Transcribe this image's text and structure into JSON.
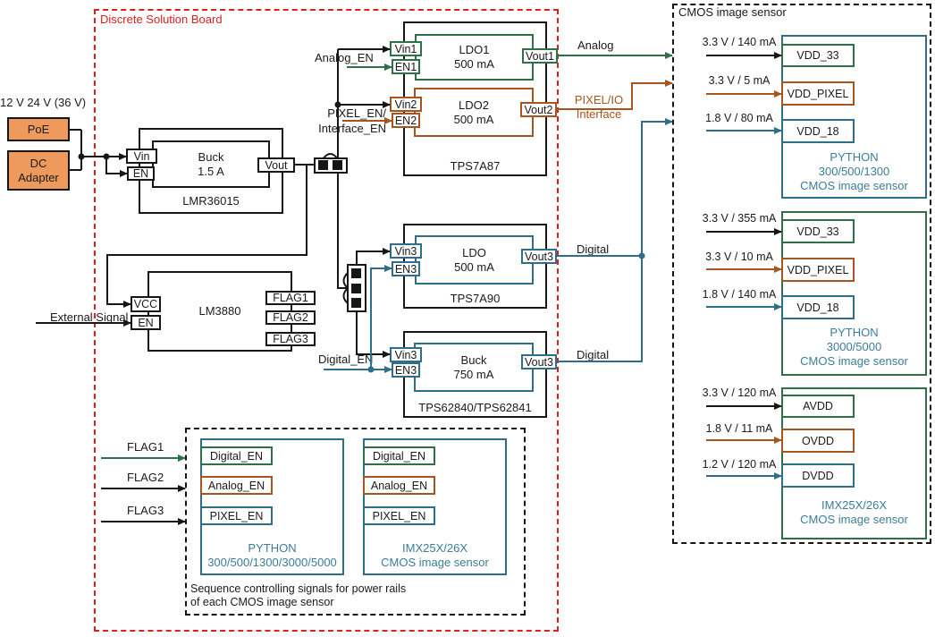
{
  "colors": {
    "green": "#2E7048",
    "brown": "#A65420",
    "teal": "#2F6E8A",
    "teal_text": "#3C7C99",
    "red": "#DD2020",
    "orange_fill": "#EE9A5C",
    "black": "#161616"
  },
  "power_input": {
    "voltage_label": "12 V 24 V (36 V)",
    "poe": "PoE",
    "dc_adapter": [
      "DC",
      "Adapter"
    ]
  },
  "board": {
    "title": "Discrete Solution Board",
    "external_signal": "External Signal",
    "buck": {
      "line1": "Buck",
      "line2": "1.5 A",
      "part": "LMR36015",
      "vin": "Vin",
      "en": "EN",
      "vout": "Vout"
    },
    "lm3880": {
      "part": "LM3880",
      "vcc": "VCC",
      "en": "EN",
      "flag1": "FLAG1",
      "flag2": "FLAG2",
      "flag3": "FLAG3"
    },
    "tps7a87": {
      "part": "TPS7A87",
      "ldo1": [
        "LDO1",
        "500 mA"
      ],
      "ldo2": [
        "LDO2",
        "500 mA"
      ],
      "vin1": "Vin1",
      "en1": "EN1",
      "vin2": "Vin2",
      "en2": "EN2",
      "vout1": "Vout1",
      "vout2": "Vout2",
      "analog_en": "Analog_EN",
      "pixel_en": [
        "PIXEL_EN/",
        "Interface_EN"
      ]
    },
    "tps7a90": {
      "part": "TPS7A90",
      "ldo": [
        "LDO",
        "500 mA"
      ],
      "vin3": "Vin3",
      "en3": "EN3",
      "vout3": "Vout3"
    },
    "tps6284x": {
      "part": "TPS62840/TPS62841",
      "buck": [
        "Buck",
        "750 mA"
      ],
      "vin3": "Vin3",
      "en3": "EN3",
      "vout3": "Vout3",
      "digital_en": "Digital_EN"
    }
  },
  "outputs": {
    "analog": "Analog",
    "pixel_io": [
      "PIXEL/IO",
      "Interface"
    ],
    "digital_top": "Digital",
    "digital_bottom": "Digital"
  },
  "sensor_panel": {
    "title": "CMOS image sensor",
    "blocks": [
      {
        "name_lines": [
          "PYTHON",
          "300/500/1300",
          "CMOS image sensor"
        ],
        "rails": [
          {
            "spec": "3.3 V / 140 mA",
            "pin": "VDD_33"
          },
          {
            "spec": "3.3 V / 5 mA",
            "pin": "VDD_PIXEL"
          },
          {
            "spec": "1.8 V / 80 mA",
            "pin": "VDD_18"
          }
        ]
      },
      {
        "name_lines": [
          "PYTHON",
          "3000/5000",
          "CMOS image sensor"
        ],
        "rails": [
          {
            "spec": "3.3 V / 355 mA",
            "pin": "VDD_33"
          },
          {
            "spec": "3.3 V / 10 mA",
            "pin": "VDD_PIXEL"
          },
          {
            "spec": "1.8 V / 140 mA",
            "pin": "VDD_18"
          }
        ]
      },
      {
        "name_lines": [
          "IMX25X/26X",
          "CMOS image sensor"
        ],
        "rails": [
          {
            "spec": "3.3 V / 120 mA",
            "pin": "AVDD"
          },
          {
            "spec": "1.8 V / 11 mA",
            "pin": "OVDD"
          },
          {
            "spec": "1.2 V / 120 mA",
            "pin": "DVDD"
          }
        ]
      }
    ]
  },
  "sequence_panel": {
    "caption": [
      "Sequence controlling signals for power rails",
      "of each CMOS image sensor"
    ],
    "flags": [
      "FLAG1",
      "FLAG2",
      "FLAG3"
    ],
    "blocks": [
      {
        "signals": [
          "Digital_EN",
          "Analog_EN",
          "PIXEL_EN"
        ],
        "name_lines": [
          "PYTHON",
          "300/500/1300/3000/5000"
        ]
      },
      {
        "signals": [
          "Digital_EN",
          "Analog_EN",
          "PIXEL_EN"
        ],
        "name_lines": [
          "IMX25X/26X",
          "CMOS image sensor"
        ]
      }
    ]
  }
}
